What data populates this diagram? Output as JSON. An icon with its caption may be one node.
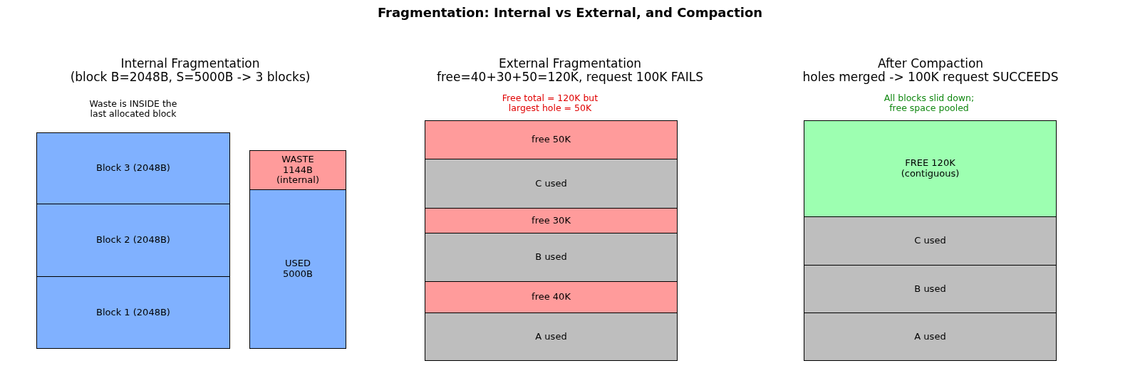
{
  "diagram": {
    "title": "Fragmentation: Internal vs External, and Compaction",
    "nodes": [
      {
        "text": [
          "Block 3 (2048B)"
        ]
      },
      {
        "text": [
          "Block 2 (2048B)"
        ]
      },
      {
        "text": [
          "Block 1 (2048B)"
        ]
      },
      {
        "text": [
          "WASTE 1144B (internal)"
        ]
      },
      {
        "text": [
          "USED 5000B"
        ]
      },
      {
        "text": [
          "free 50K"
        ]
      },
      {
        "text": [
          "C used"
        ]
      },
      {
        "text": [
          "free 30K"
        ]
      },
      {
        "text": [
          "B used"
        ]
      },
      {
        "text": [
          "free 40K"
        ]
      },
      {
        "text": [
          "A used"
        ]
      },
      {
        "text": [
          "FREE 120K (contiguous)"
        ]
      },
      {
        "text": [
          "C used"
        ]
      },
      {
        "text": [
          "B used"
        ]
      },
      {
        "text": [
          "A used"
        ]
      }
    ],
    "labels": [
      "Internal Fragmentation",
      "(block B=2048B, S=5000B -> 3 blocks)",
      "Waste is INSIDE the last allocated block",
      "External Fragmentation",
      "free=40+30+50=120K, request 100K FAILS",
      "Free total = 120K but largest hole = 50K",
      "After Compaction",
      "holes merged -> 100K request SUCCEEDS",
      "All blocks slid down; free space pooled"
    ]
  }
}
